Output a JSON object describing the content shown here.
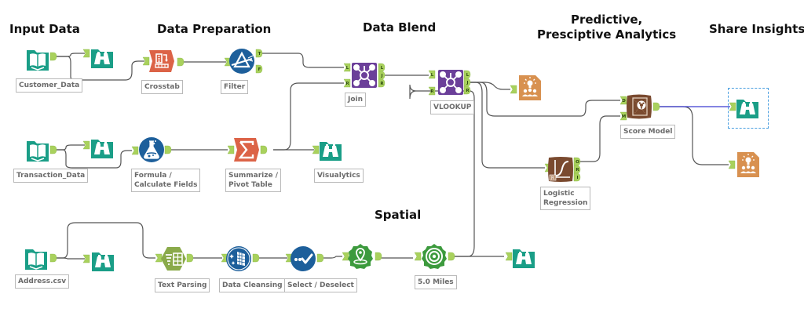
{
  "headings": {
    "input_data": "Input Data",
    "data_preparation": "Data Preparation",
    "data_blend": "Data Blend",
    "predictive_line1": "Predictive,",
    "predictive_line2": "Presciptive Analytics",
    "share_insights": "Share Insights",
    "spatial": "Spatial"
  },
  "tools": {
    "customer_data": {
      "label": "Customer_Data",
      "icon": "input-book-icon"
    },
    "browse_1": {
      "icon": "binoculars-icon"
    },
    "crosstab": {
      "label": "Crosstab",
      "icon": "crosstab-icon"
    },
    "filter": {
      "label": "Filter",
      "icon": "filter-prism-icon",
      "anchors": [
        "T",
        "F"
      ]
    },
    "join": {
      "label": "Join",
      "icon": "join-icon",
      "inputs": [
        "L",
        "R"
      ],
      "outputs": [
        "L",
        "J",
        "R"
      ]
    },
    "vlookup": {
      "label": "VLOOKUP",
      "icon": "join-icon",
      "inputs": [
        "L",
        "R"
      ],
      "outputs": [
        "L",
        "J",
        "R"
      ]
    },
    "insight_1": {
      "icon": "insight-lightbulb-icon"
    },
    "score_model": {
      "label": "Score Model",
      "icon": "score-icon",
      "inputs": [
        "D",
        "M"
      ]
    },
    "browse_selected": {
      "icon": "binoculars-icon"
    },
    "insight_2": {
      "icon": "insight-lightbulb-icon"
    },
    "transaction_data": {
      "label": "Transaction_Data",
      "icon": "input-book-icon"
    },
    "browse_2": {
      "icon": "binoculars-icon"
    },
    "formula": {
      "label_line1": "Formula /",
      "label_line2": "Calculate Fields",
      "icon": "formula-flask-icon"
    },
    "summarize": {
      "label_line1": "Summarize /",
      "label_line2": "Pivot Table",
      "icon": "summarize-sigma-icon"
    },
    "visualytics": {
      "label": "Visualytics",
      "icon": "binoculars-icon"
    },
    "logistic_regression": {
      "label_line1": "Logistic",
      "label_line2": "Regression",
      "icon": "logistic-curve-icon",
      "outputs": [
        "O",
        "R",
        "I"
      ]
    },
    "address_csv": {
      "label": "Address.csv",
      "icon": "input-book-icon"
    },
    "browse_3": {
      "icon": "binoculars-icon"
    },
    "text_parsing": {
      "label": "Text Parsing",
      "icon": "text-parsing-icon"
    },
    "data_cleansing": {
      "label": "Data Cleansing",
      "icon": "data-cleansing-icon"
    },
    "select": {
      "label": "Select / Deselect",
      "icon": "select-check-icon"
    },
    "create_points": {
      "icon": "map-pin-icon"
    },
    "trade_area": {
      "label": "5.0 Miles",
      "icon": "trade-area-target-icon"
    },
    "browse_4": {
      "icon": "binoculars-icon"
    }
  },
  "colors": {
    "teal": "#1a9e87",
    "blue": "#1d5f9b",
    "orange_red": "#dc6347",
    "purple": "#6b3f99",
    "brown": "#7a4a2f",
    "insight_orange": "#d89150",
    "spatial_green": "#3c9a3d",
    "text_parse_green": "#8aaa4a",
    "anchor_green": "#a9d15d",
    "connector": "#555555",
    "selected_connector": "#3b3bd0"
  }
}
